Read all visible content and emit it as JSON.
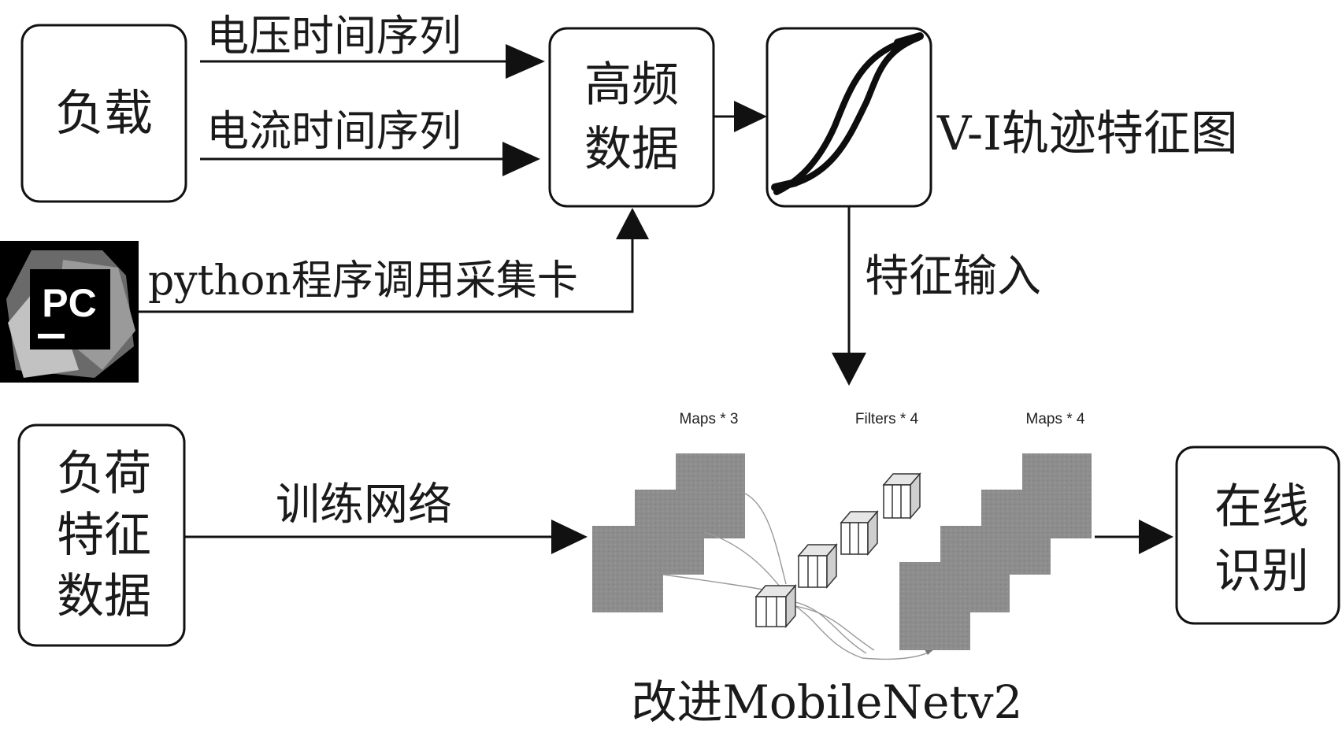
{
  "boxes": {
    "load": "负载",
    "hf_data": [
      "高频",
      "数据"
    ],
    "load_feature": [
      "负荷",
      "特征",
      "数据"
    ],
    "online": [
      "在线",
      "识别"
    ]
  },
  "arrows": {
    "voltage_seq": "电压时间序列",
    "current_seq": "电流时间序列",
    "python_call": "python程序调用采集卡",
    "vi_trajectory": "V-I轨迹特征图",
    "feature_input": "特征输入",
    "train_network": "训练网络"
  },
  "network": {
    "maps_in": "Maps * 3",
    "filters": "Filters * 4",
    "maps_out": "Maps * 4",
    "caption": "改进MobileNetv2"
  },
  "logo": {
    "name": "pycharm-logo",
    "text": "PC"
  }
}
